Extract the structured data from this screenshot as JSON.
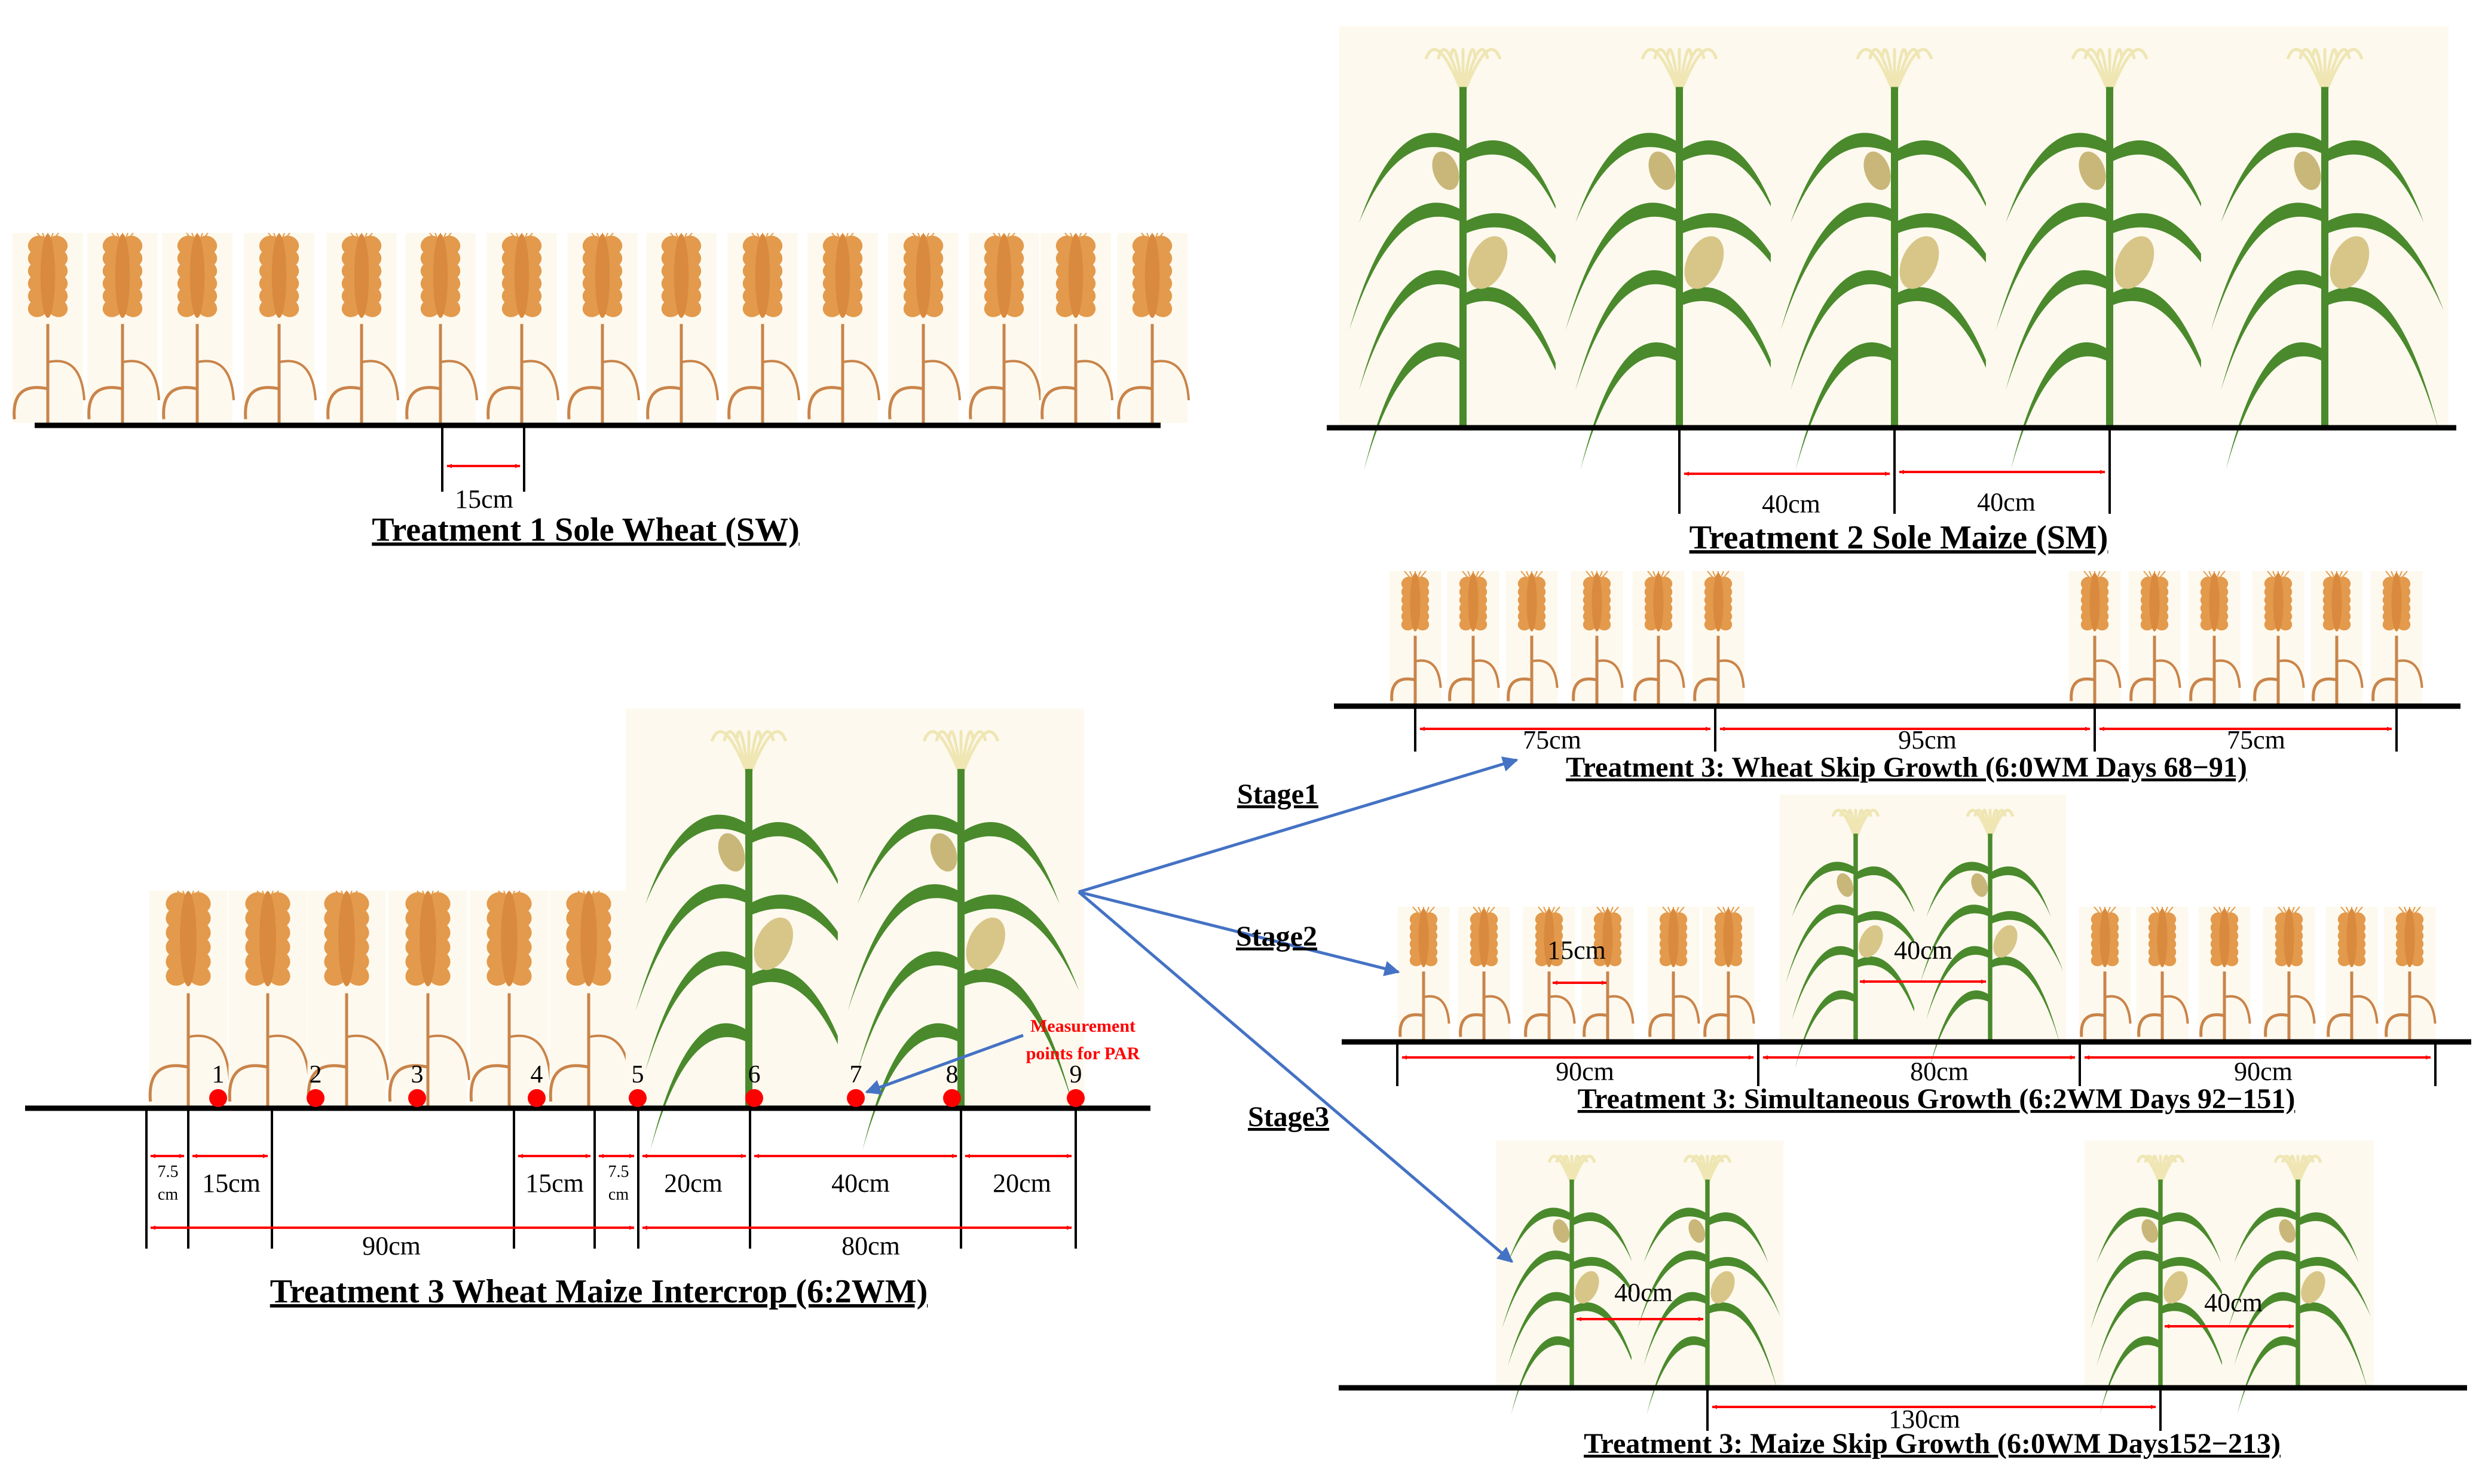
{
  "colors": {
    "wheat_head": "#e39a4c",
    "wheat_stem": "#c9844a",
    "maize_leaf": "#4a8a2c",
    "maize_tassel": "#efe6b4",
    "plant_bg": "#fdf9ee",
    "dimension_arrow": "#ff0000",
    "stage_arrow": "#4472c4",
    "measurement_point": "#ff0000"
  },
  "icons": {
    "wheat": "wheat-plant-icon",
    "maize": "maize-plant-icon"
  },
  "t1": {
    "caption": "Treatment 1 Sole Wheat (SW)",
    "spacing_label": "15cm"
  },
  "t2": {
    "caption": "Treatment 2 Sole Maize (SM)",
    "spacing_left": "40cm",
    "spacing_right": "40cm"
  },
  "t3": {
    "caption": "Treatment 3 Wheat Maize Intercrop (6:2WM)",
    "points": [
      "1",
      "2",
      "3",
      "4",
      "5",
      "6",
      "7",
      "8",
      "9"
    ],
    "measurement_note_line1": "Measurement",
    "measurement_note_line2": "points for PAR",
    "dim_7_5_left_top": "7.5",
    "dim_7_5_left_bottom": "cm",
    "dim_15_left": "15cm",
    "dim_15_right": "15cm",
    "dim_7_5_right_top": "7.5",
    "dim_7_5_right_bottom": "cm",
    "dim_20_left": "20cm",
    "dim_40": "40cm",
    "dim_20_right": "20cm",
    "dim_90": "90cm",
    "dim_80": "80cm"
  },
  "stages": {
    "stage1": "Stage1",
    "stage2": "Stage2",
    "stage3": "Stage3"
  },
  "s1": {
    "caption": "Treatment 3: Wheat Skip Growth (6:0WM Days 68−91)",
    "dim_75_left": "75cm",
    "dim_95": "95cm",
    "dim_75_right": "75cm"
  },
  "s2": {
    "caption": "Treatment 3: Simultaneous Growth (6:2WM Days 92−151)",
    "dim_15": "15cm",
    "dim_40": "40cm",
    "dim_90_left": "90cm",
    "dim_80": "80cm",
    "dim_90_right": "90cm"
  },
  "s3": {
    "caption": "Treatment 3: Maize Skip Growth (6:0WM Days152−213)",
    "dim_40_left": "40cm",
    "dim_40_right": "40cm",
    "dim_130": "130cm"
  }
}
